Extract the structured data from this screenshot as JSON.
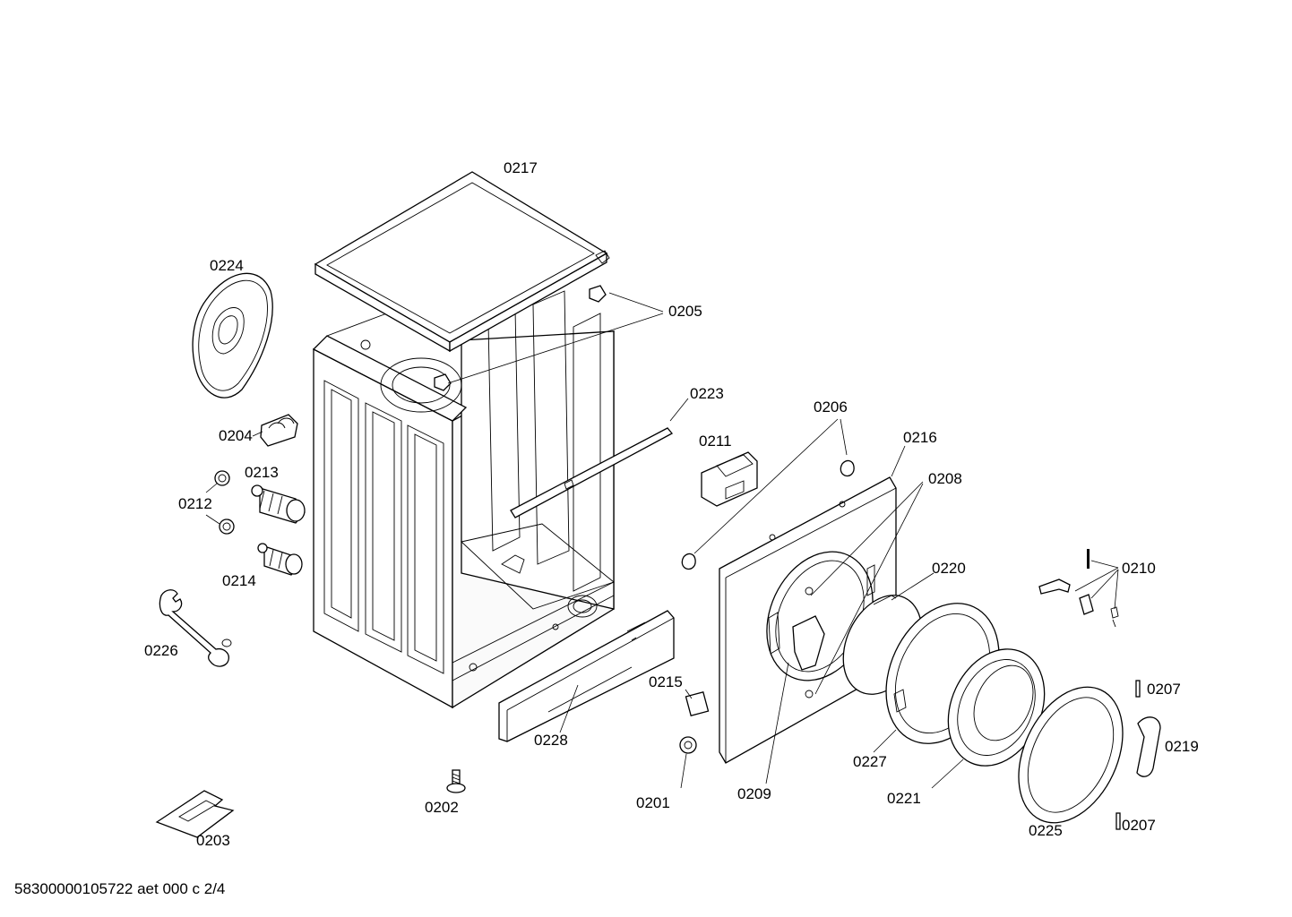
{
  "footer": {
    "document_code": "58300000105722 aet 000 c 2/4"
  },
  "labels": {
    "p0217": "0217",
    "p0224": "0224",
    "p0205": "0205",
    "p0223": "0223",
    "p0206": "0206",
    "p0216": "0216",
    "p0211": "0211",
    "p0208": "0208",
    "p0204": "0204",
    "p0213": "0213",
    "p0212": "0212",
    "p0214": "0214",
    "p0220": "0220",
    "p0210": "0210",
    "p0226": "0226",
    "p0215": "0215",
    "p0207a": "0207",
    "p0219": "0219",
    "p0228": "0228",
    "p0227": "0227",
    "p0221": "0221",
    "p0209": "0209",
    "p0201": "0201",
    "p0202": "0202",
    "p0203": "0203",
    "p0225": "0225",
    "p0207b": "0207"
  }
}
